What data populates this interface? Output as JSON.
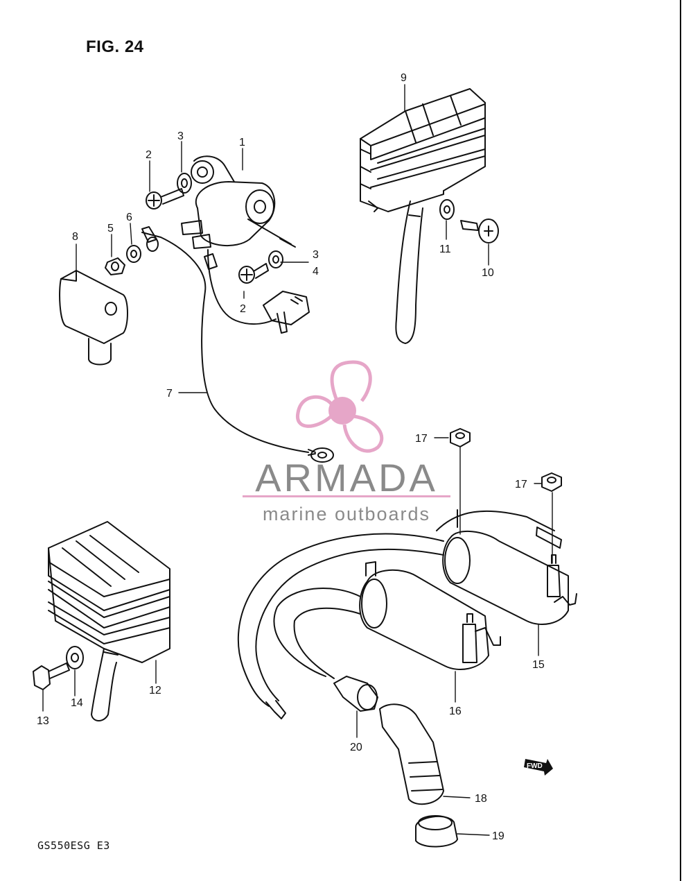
{
  "figure": {
    "title": "FIG. 24",
    "model_code": "GS550ESG  E3"
  },
  "watermark": {
    "brand": "ARMADA",
    "tagline": "marine outboards",
    "accent": "#e6a6c8",
    "text_color": "#8a8a8a"
  },
  "fwd_badge": {
    "label": "FWD"
  },
  "callouts": {
    "c1": "1",
    "c2a": "2",
    "c2b": "2",
    "c3a": "3",
    "c3b": "3",
    "c4": "4",
    "c5": "5",
    "c6": "6",
    "c7": "7",
    "c8": "8",
    "c9": "9",
    "c10": "10",
    "c11": "11",
    "c12": "12",
    "c13": "13",
    "c14": "14",
    "c15": "15",
    "c16": "16",
    "c17a": "17",
    "c17b": "17",
    "c18": "18",
    "c19": "19",
    "c20": "20"
  }
}
